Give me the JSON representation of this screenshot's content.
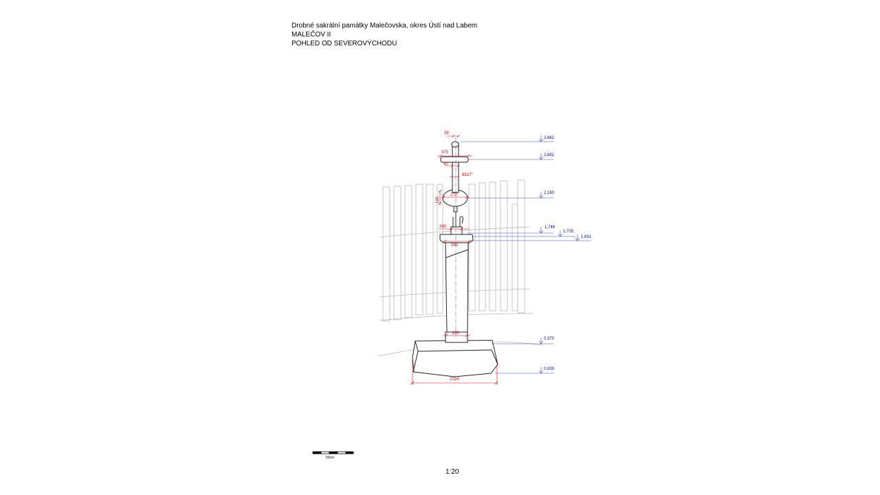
{
  "title": {
    "line1": "Drobné sakrální památky Malečovska, okres Ústí nad Labem",
    "line2": "MALEČOV II",
    "line3": "POHLED OD SEVEROVÝCHODU"
  },
  "scale": {
    "ratio": "1:20",
    "bar_label": "50cm"
  },
  "dimensions_red": {
    "d39": "39",
    "d375": "375",
    "d40": "40",
    "d_angle": "8917°",
    "d272": "272",
    "d185": "185",
    "d390": "390",
    "d290_top": "290",
    "d290_bottom": "290",
    "d1024": "1024"
  },
  "elevations_blue": {
    "e2862": "2,862",
    "e2652": "2,652",
    "e2180": "2,180",
    "e1749": "1,749",
    "e1705": "1,705",
    "e1631": "1,631",
    "e0370": "0,370",
    "e0000": "0,000"
  },
  "colors": {
    "dimension": "#e00000",
    "elevation": "#0000cc",
    "outline": "#222222",
    "fence": "#b0b0b0"
  }
}
